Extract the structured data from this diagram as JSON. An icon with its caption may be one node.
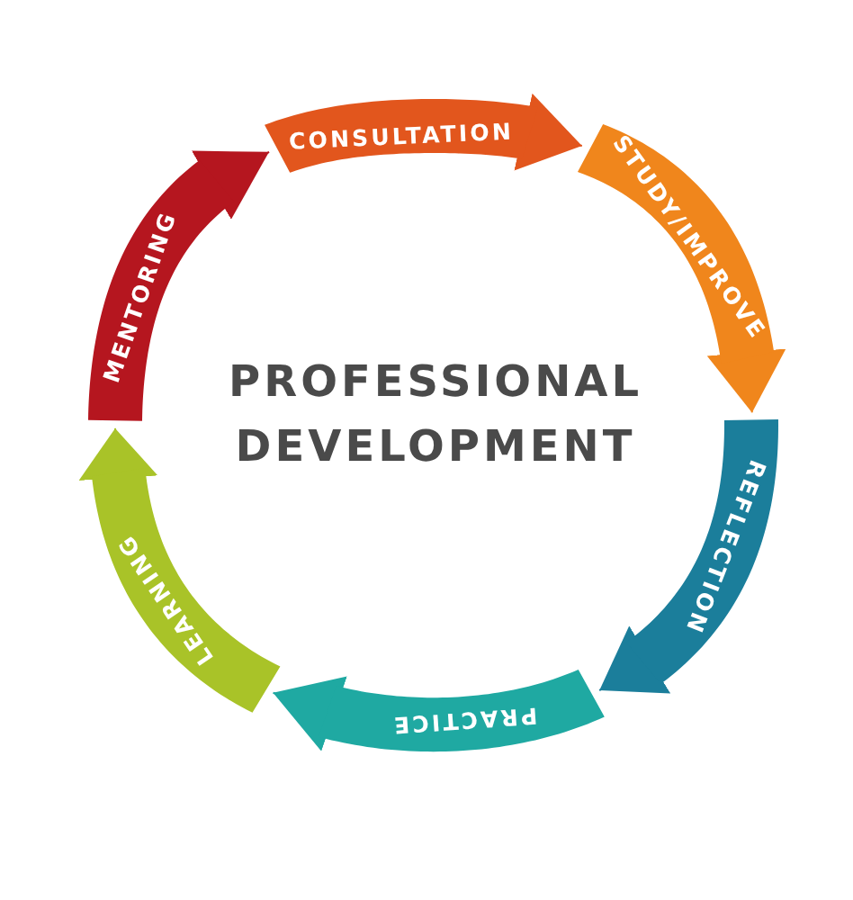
{
  "diagram": {
    "title": "PROFESSIONAL DEVELOPMENT",
    "nodes": [
      {
        "text": [
          "CONSULTATION"
        ]
      },
      {
        "text": [
          "STUDY/IMPROVE"
        ]
      },
      {
        "text": [
          "REFLECTION"
        ]
      },
      {
        "text": [
          "PRACTICE"
        ]
      },
      {
        "text": [
          "LEARNING"
        ]
      },
      {
        "text": [
          "MENTORING"
        ]
      }
    ],
    "edges": [
      {
        "from": 0,
        "to": 1,
        "arrow": "to",
        "color": "#e2561d"
      },
      {
        "from": 1,
        "to": 2,
        "arrow": "to",
        "color": "#f0861c"
      },
      {
        "from": 2,
        "to": 3,
        "arrow": "to",
        "color": "#1b7e9b"
      },
      {
        "from": 3,
        "to": 4,
        "arrow": "to",
        "color": "#1fa9a2"
      },
      {
        "from": 4,
        "to": 5,
        "arrow": "to",
        "color": "#a9c328"
      },
      {
        "from": 5,
        "to": 0,
        "arrow": "to",
        "color": "#b5161f"
      }
    ]
  }
}
